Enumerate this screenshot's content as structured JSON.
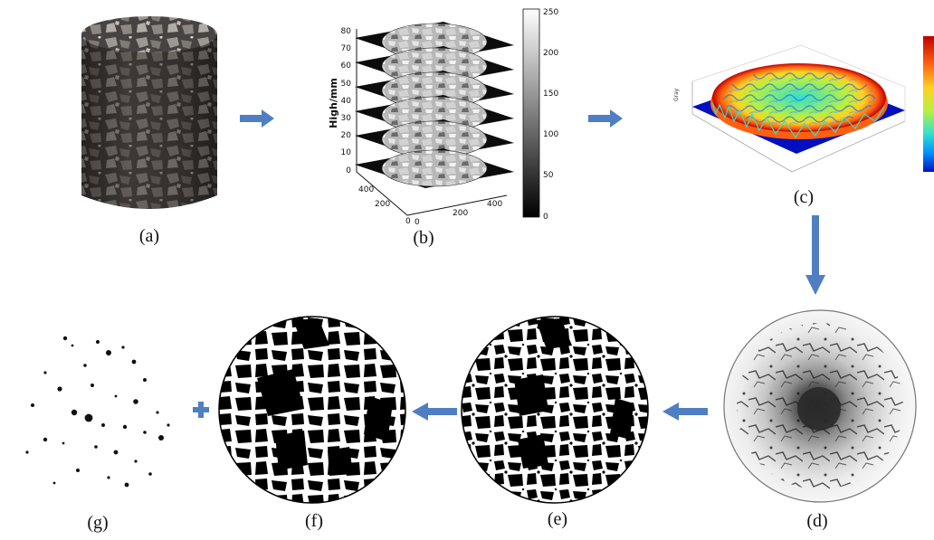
{
  "colors": {
    "arrow": "#4f7fc2",
    "asphalt_dark": "#2b2726",
    "aggregate_light": "#9a9690",
    "colormap": [
      "#0010c0",
      "#0090ff",
      "#30e0d0",
      "#b8f040",
      "#ffd020",
      "#ff6010",
      "#c00000"
    ]
  },
  "panels": {
    "a": {
      "label": "(a)"
    },
    "b": {
      "label": "(b)",
      "z_axis_label": "High/mm",
      "z_ticks": [
        "80",
        "70",
        "60",
        "50",
        "40",
        "30",
        "20",
        "10",
        "0"
      ],
      "x_ticks": [
        "400",
        "200",
        "0"
      ],
      "y_ticks": [
        "0",
        "200",
        "400"
      ],
      "colorbar_ticks": [
        "250",
        "200",
        "150",
        "100",
        "50",
        "0"
      ]
    },
    "c": {
      "label": "(c)",
      "axis_label": "Gray"
    },
    "d": {
      "label": "(d)"
    },
    "e": {
      "label": "(e)"
    },
    "f": {
      "label": "(f)"
    },
    "g": {
      "label": "(g)"
    }
  },
  "plus_sign": "+",
  "flow": [
    "a",
    "b",
    "c",
    "d",
    "e",
    "f",
    "g"
  ]
}
